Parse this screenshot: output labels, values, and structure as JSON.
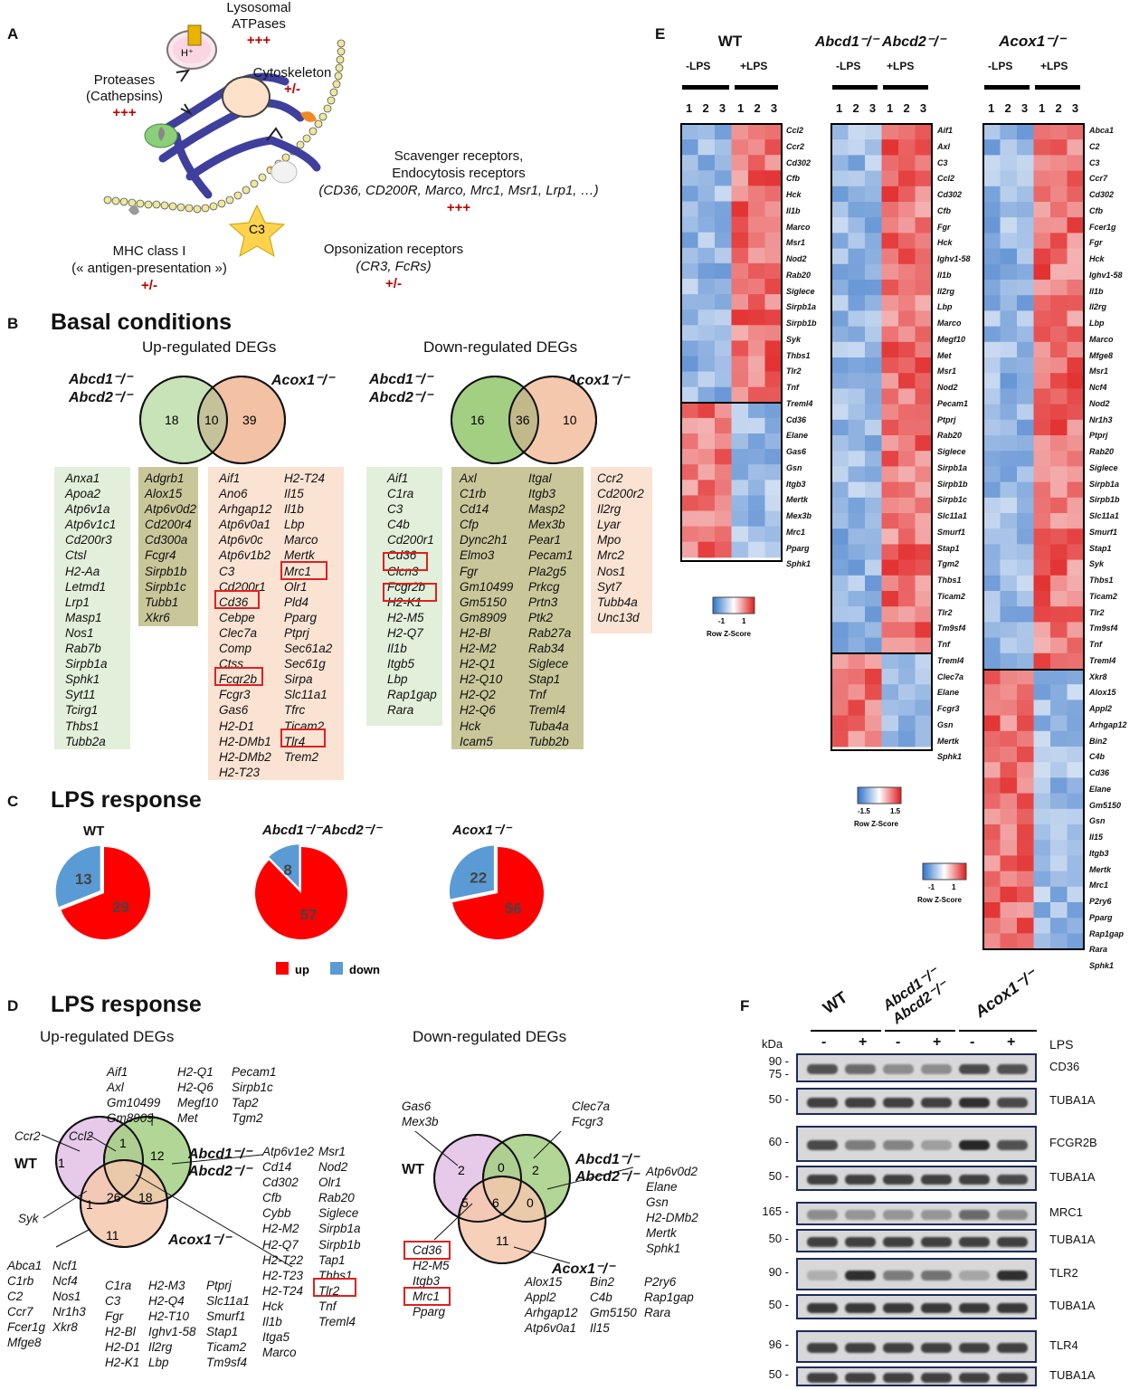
{
  "panels": {
    "A": "A",
    "B": "B",
    "C": "C",
    "D": "D",
    "E": "E",
    "F": "F"
  },
  "panelA": {
    "lysosomal": "Lysosomal",
    "atpases": "ATPases",
    "lyso_sig": "+++",
    "hplus": "H⁺",
    "proteases": "Proteases",
    "cathepsins": "(Cathepsins)",
    "prot_sig": "+++",
    "cytoskeleton": "Cytoskeleton",
    "cyto_sig": "+/-",
    "scav1": "Scavenger receptors,",
    "scav2": "Endocytosis receptors",
    "scav3": "(CD36, CD200R, Marco, Mrc1, Msr1, Lrp1, …)",
    "scav_sig": "+++",
    "c3": "C3",
    "mhc1": "MHC class I",
    "mhc2": "(« antigen-presentation »)",
    "mhc_sig": "+/-",
    "opso1": "Opsonization receptors",
    "opso2": "(CR3, FcRs)",
    "opso_sig": "+/-"
  },
  "panelB": {
    "title": "Basal conditions",
    "up_title": "Up-regulated DEGs",
    "down_title": "Down-regulated DEGs",
    "venn_left1": "Abcd1⁻/⁻",
    "venn_left2": "Abcd2⁻/⁻",
    "venn_right": "Acox1⁻/⁻",
    "up_counts": {
      "left": "18",
      "mid": "10",
      "right": "39"
    },
    "down_counts": {
      "left": "16",
      "mid": "36",
      "right": "10"
    },
    "up_col1": "Anxa1\nApoa2\nAtp6v1a\nAtp6v1c1\nCd200r3\nCtsl\nH2-Aa\nLetmd1\nLrp1\nMasp1\nNos1\nRab7b\nSirpb1a\nSphk1\nSyt11\nTcirg1\nThbs1\nTubb2a",
    "up_col2": "Adgrb1\nAlox15\nAtp6v0d2\nCd200r4\nCd300a\nFcgr4\nSirpb1b\nSirpb1c\nTubb1\nXkr6",
    "up_col3a": "Aif1\nAno6\nArhgap12\nAtp6v0a1\nAtp6v0c\nAtp6v1b2\nC3\nCd200r1\nCd36\nCebpe\nClec7a\nComp\nCtss\nFcgr2b\nFcgr3\nGas6\nH2-D1\nH2-DMb1\nH2-DMb2\nH2-T23",
    "up_col3b": "H2-T24\nIl15\nIl1b\nLbp\nMarco\nMertk\nMrc1\nOlr1\nPld4\nPparg\nPtprj\nSec61a2\nSec61g\nSirpa\nSlc11a1\nTfrc\nTicam2\nTlr4\nTrem2",
    "down_col1": "Aif1\nC1ra\nC3\nC4b\nCd200r1\nCd36\nClcn3\nFcgr2b\nH2-K1\nH2-M5\nH2-Q7\nIl1b\nItgb5\nLbp\nRap1gap\nRara",
    "down_col2a": "Axl\nC1rb\nCd14\nCfp\nDync2h1\nElmo3\nFgr\nGm10499\nGm5150\nGm8909\nH2-Bl\nH2-M2\nH2-Q1\nH2-Q10\nH2-Q2\nH2-Q6\nHck\nIcam5",
    "down_col2b": "Itgal\nItgb3\nMasp2\nMex3b\nPear1\nPecam1\nPla2g5\nPrkcg\nPrtn3\nPtk2\nRab27a\nRab34\nSiglece\nStap1\nTnf\nTreml4\nTuba4a\nTubb2b",
    "down_col3": "Ccr2\nCd200r2\nIl2rg\nLyar\nMpo\nMrc2\nNos1\nSyt7\nTubb4a\nUnc13d"
  },
  "panelC": {
    "title": "LPS response",
    "pies": [
      {
        "label": "WT",
        "up": 29,
        "down": 13
      },
      {
        "label": "Abcd1⁻/⁻Abcd2⁻/⁻",
        "up": 57,
        "down": 8
      },
      {
        "label": "Acox1⁻/⁻",
        "up": 56,
        "down": 22
      }
    ],
    "legend_up": "up",
    "legend_down": "down",
    "color_up": "#ff0000",
    "color_down": "#5b9bd5"
  },
  "panelD": {
    "title": "LPS response",
    "up_title": "Up-regulated DEGs",
    "down_title": "Down-regulated DEGs",
    "wt": "WT",
    "abcd1": "Abcd1⁻/⁻",
    "abcd2": "Abcd2⁻/⁻",
    "acox1": "Acox1⁻/⁻",
    "up_counts": {
      "wt": "1",
      "wt_ab": "1",
      "ab": "12",
      "wt_ac": "1",
      "all": "26",
      "ab_ac": "18",
      "ac": "11"
    },
    "down_counts": {
      "wt": "2",
      "wt_ab": "0",
      "ab": "2",
      "wt_ac": "5",
      "all": "6",
      "ab_ac": "0",
      "ac": "11"
    },
    "up_ccr2": "Ccr2",
    "up_ccl2": "Ccl2",
    "up_syk": "Syk",
    "up_top1": "Aif1\nAxl\nGm10499\nGm8909",
    "up_top2": "H2-Q1\nH2-Q6\nMegf10\nMet",
    "up_top3": "Pecam1\nSirpb1c\nTap2\nTgm2",
    "up_r1": "Atp6v1e2\nCd14\nCd302\nCfb\nCybb\nH2-M2\nH2-Q7\nH2-T22\nH2-T23\nH2-T24\nHck\nIl1b\nItga5\nMarco",
    "up_r2": "Msr1\nNod2\nOlr1\nRab20\nSiglece\nSirpb1a\nSirpb1b\nTap1\nThbs1\nTlr2\nTnf\nTreml4",
    "up_b1": "Abca1\nC1rb\nC2\nCcr7\nFcer1g\nMfge8",
    "up_b2": "Ncf1\nNcf4\nNos1\nNr1h3\nXkr8",
    "up_b3": "C1ra\nC3\nFgr\nH2-Bl\nH2-D1\nH2-K1",
    "up_b4": "H2-M3\nH2-Q4\nH2-T10\nIghv1-58\nIl2rg\nLbp",
    "up_b5": "Ptprj\nSlc11a1\nSmurf1\nStap1\nTicam2\nTm9sf4",
    "dn_wt": "Gas6\nMex3b",
    "dn_ab": "Clec7a\nFcgr3",
    "dn_r": "Atp6v0d2\nElane\nGsn\nH2-DMb2\nMertk\nSphk1",
    "dn_l": "Cd36\nH2-M5\nItgb3\nMrc1\nPparg",
    "dn_b1": "Alox15\nAppl2\nArhgap12\nAtp6v0a1",
    "dn_b2": "Bin2\nC4b\nGm5150\nIl15",
    "dn_b3": "P2ry6\nRap1gap\nRara"
  },
  "panelE": {
    "groups": [
      {
        "title": "WT",
        "minus": "-LPS",
        "plus": "+LPS",
        "reps": "1  2  3"
      },
      {
        "title": "Abcd1⁻/⁻ Abcd2⁻/⁻",
        "minus": "-LPS",
        "plus": "+LPS",
        "reps": "1  2  3"
      },
      {
        "title": "Acox1⁻/⁻",
        "minus": "-LPS",
        "plus": "+LPS",
        "reps": "1  2  3"
      }
    ],
    "wt_genes": "Ccl2\nCcr2\nCd302\nCfb\nHck\nIl1b\nMarco\nMsr1\nNod2\nRab20\nSiglece\nSirpb1a\nSirpb1b\nSyk\nThbs1\nTlr2\nTnf\nTreml4\nCd36\nElane\nGas6\nGsn\nItgb3\nMertk\nMex3b\nMrc1\nPparg\nSphk1",
    "ab_genes": "Aif1\nAxl\nC3\nCcl2\nCd302\nCfb\nFgr\nHck\nIghv1-58\nIl1b\nIl2rg\nLbp\nMarco\nMegf10\nMet\nMsr1\nNod2\nPecam1\nPtprj\nRab20\nSiglece\nSirpb1a\nSirpb1b\nSirpb1c\nSlc11a1\nSmurf1\nStap1\nTgm2\nThbs1\nTicam2\nTlr2\nTm9sf4\nTnf\nTreml4\nClec7a\nElane\nFcgr3\nGsn\nMertk\nSphk1",
    "ac_genes": "Abca1\nC2\nC3\nCcr7\nCd302\nCfb\nFcer1g\nFgr\nHck\nIghv1-58\nIl1b\nIl2rg\nLbp\nMarco\nMfge8\nMsr1\nNcf4\nNod2\nNr1h3\nPtprj\nRab20\nSiglece\nSirpb1a\nSirpb1b\nSlc11a1\nSmurf1\nStap1\nSyk\nThbs1\nTicam2\nTlr2\nTm9sf4\nTnf\nTreml4\nXkr8\nAlox15\nAppl2\nArhgap12\nBin2\nC4b\nCd36\nElane\nGm5150\nGsn\nIl15\nItgb3\nMertk\nMrc1\nP2ry6\nPparg\nRap1gap\nRara\nSphk1",
    "scale_wt": {
      "lo": "-1",
      "hi": "1",
      "label": "Row Z-Score"
    },
    "scale_ab": {
      "lo": "-1.5",
      "hi": "1.5",
      "label": "Row Z-Score"
    },
    "scale_ac": {
      "lo": "-1",
      "hi": "1",
      "label": "Row Z-Score"
    }
  },
  "panelF": {
    "kda": "kDa",
    "lps": "LPS",
    "groups": [
      "WT",
      "Abcd1⁻/⁻",
      "Abcd2⁻/⁻",
      "Acox1⁻/⁻"
    ],
    "lanes": [
      "-",
      "+",
      "-",
      "+",
      "-",
      "+"
    ],
    "blots": [
      {
        "name": "CD36",
        "mw": "90\n75"
      },
      {
        "name": "TUBA1A",
        "mw": "50"
      },
      {
        "name": "FCGR2B",
        "mw": "60"
      },
      {
        "name": "TUBA1A",
        "mw": "50"
      },
      {
        "name": "MRC1",
        "mw": "165"
      },
      {
        "name": "TUBA1A",
        "mw": "50"
      },
      {
        "name": "TLR2",
        "mw": "90"
      },
      {
        "name": "TUBA1A",
        "mw": "50"
      },
      {
        "name": "TLR4",
        "mw": "96"
      },
      {
        "name": "TUBA1A",
        "mw": "50"
      }
    ]
  }
}
